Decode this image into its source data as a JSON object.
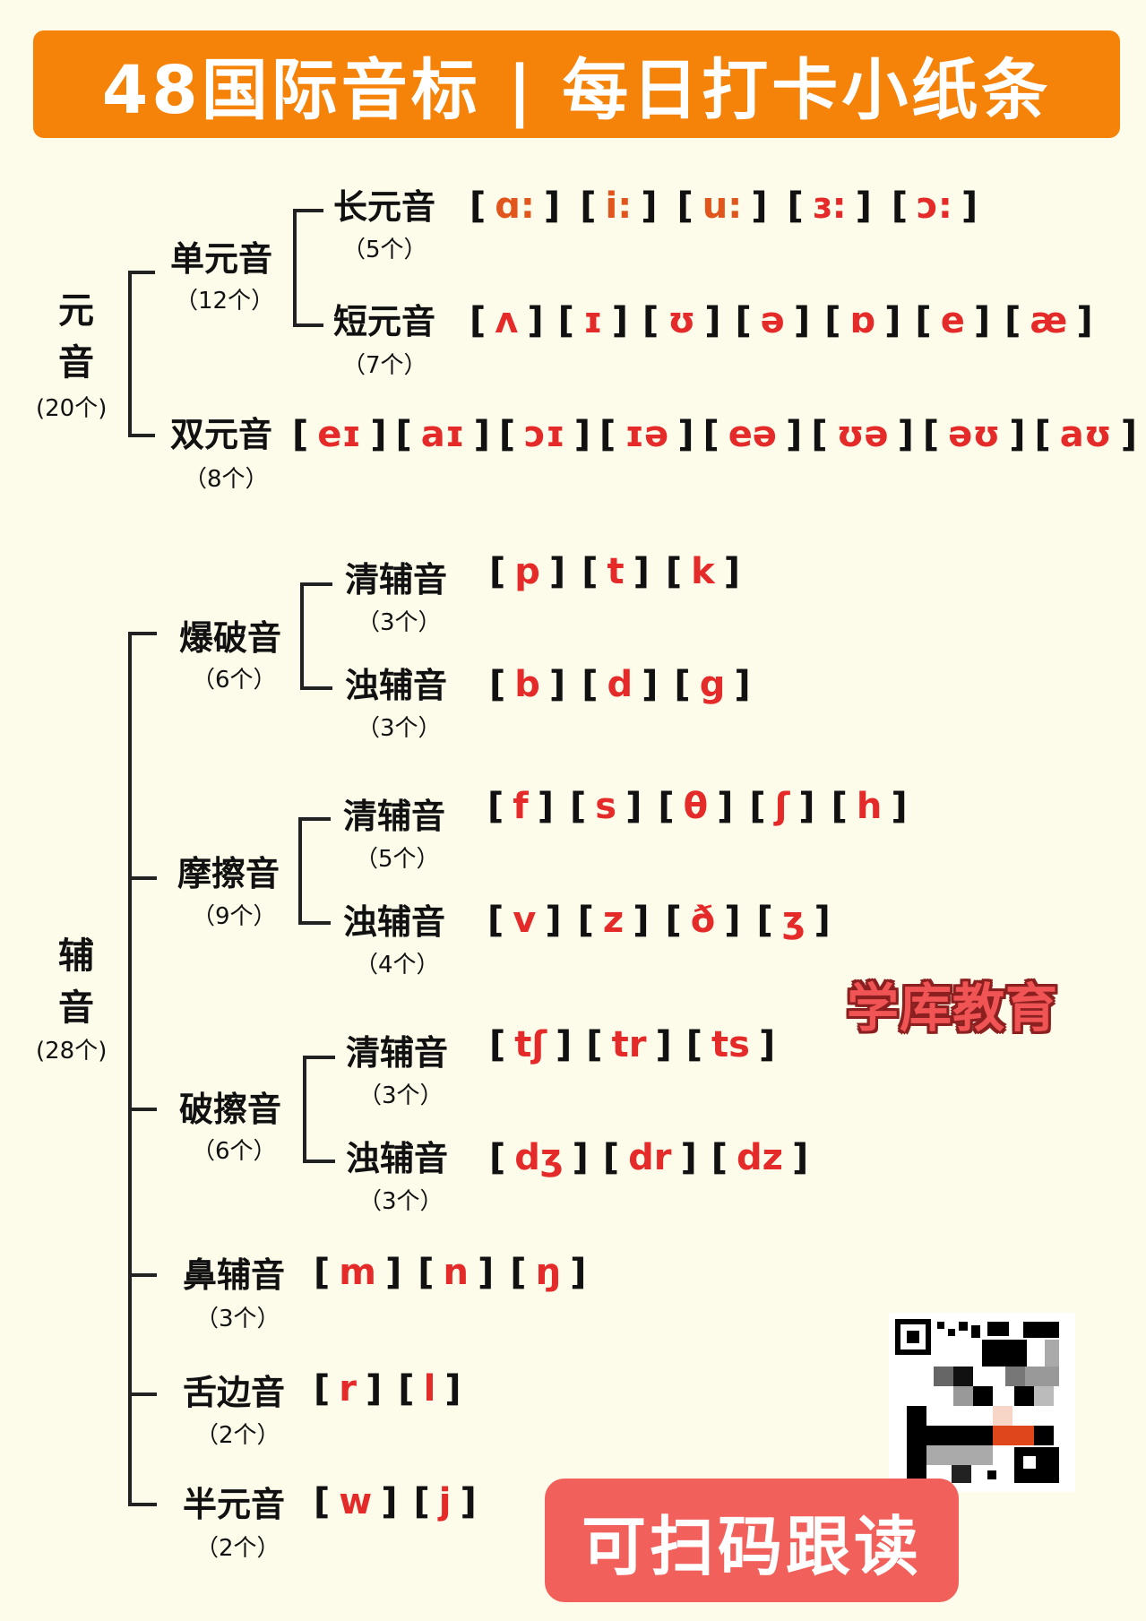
{
  "header": {
    "title": "48国际音标 | 每日打卡小纸条",
    "bg_color": "#f5830a"
  },
  "colors": {
    "background": "#fdfbe9",
    "symbol_red": "#e52a2a",
    "symbol_orange": "#e0561c",
    "bracket": "#111111",
    "scan_button": "#f2605c"
  },
  "vowels": {
    "label_chars": [
      "元",
      "音"
    ],
    "count": "(20个)",
    "monophthongs": {
      "label": "单元音",
      "count": "（12个）",
      "long": {
        "label": "长元音",
        "count": "（5个）",
        "symbols": [
          "ɑ:",
          "i:",
          "u:",
          "ɜ:",
          "ɔ:"
        ]
      },
      "short": {
        "label": "短元音",
        "count": "（7个）",
        "symbols": [
          "ʌ",
          "ɪ",
          "ʊ",
          "ə",
          "ɒ",
          "e",
          "æ"
        ]
      }
    },
    "diphthongs": {
      "label": "双元音",
      "count": "（8个）",
      "symbols": [
        "eɪ",
        "aɪ",
        "ɔɪ",
        "ɪə",
        "eə",
        "ʊə",
        "əʊ",
        "aʊ"
      ]
    }
  },
  "consonants": {
    "label_chars": [
      "辅",
      "音"
    ],
    "count": "(28个)",
    "plosives": {
      "label": "爆破音",
      "count": "（6个）",
      "voiceless": {
        "label": "清辅音",
        "count": "（3个）",
        "symbols": [
          "p",
          "t",
          "k"
        ]
      },
      "voiced": {
        "label": "浊辅音",
        "count": "（3个）",
        "symbols": [
          "b",
          "d",
          "g"
        ]
      }
    },
    "fricatives": {
      "label": "摩擦音",
      "count": "（9个）",
      "voiceless": {
        "label": "清辅音",
        "count": "（5个）",
        "symbols": [
          "f",
          "s",
          "θ",
          "ʃ",
          "h"
        ]
      },
      "voiced": {
        "label": "浊辅音",
        "count": "（4个）",
        "symbols": [
          "v",
          "z",
          "ð",
          "ʒ"
        ]
      }
    },
    "affricates": {
      "label": "破擦音",
      "count": "（6个）",
      "voiceless": {
        "label": "清辅音",
        "count": "（3个）",
        "symbols": [
          "tʃ",
          "tr",
          "ts"
        ]
      },
      "voiced": {
        "label": "浊辅音",
        "count": "（3个）",
        "symbols": [
          "dʒ",
          "dr",
          "dz"
        ]
      }
    },
    "nasals": {
      "label": "鼻辅音",
      "count": "（3个）",
      "symbols": [
        "m",
        "n",
        "ŋ"
      ]
    },
    "laterals": {
      "label": "舌边音",
      "count": "（2个）",
      "symbols": [
        "r",
        "l"
      ]
    },
    "semivowels": {
      "label": "半元音",
      "count": "（2个）",
      "symbols": [
        "w",
        "j"
      ]
    }
  },
  "brand": {
    "text": "学库教育"
  },
  "scan_button": {
    "label": "可扫码跟读"
  },
  "qr_code": {
    "icon": "qr-code-icon"
  }
}
